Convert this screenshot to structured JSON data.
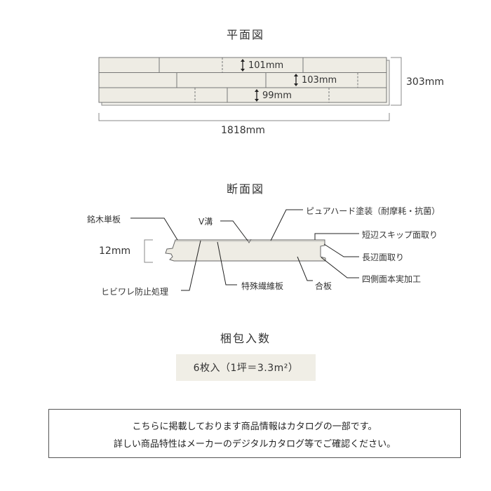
{
  "plan": {
    "title": "平面図",
    "width_101": "101mm",
    "width_103": "103mm",
    "width_99": "99mm",
    "total_width": "303mm",
    "length": "1818mm"
  },
  "section": {
    "title": "断面図",
    "labels": {
      "veneer": "銘木単板",
      "v_groove": "V溝",
      "pure_hard": "ピュアハード塗装（耐摩耗・抗菌）",
      "short_edge": "短辺スキップ面取り",
      "long_edge": "長辺面取り",
      "four_side": "四側面本実加工",
      "plywood": "合板",
      "special_fiber": "特殊繊維板",
      "anti_crack": "ヒビワレ防止処理",
      "thickness": "12mm"
    }
  },
  "packing": {
    "title": "梱包入数",
    "value": "6枚入（1坪＝3.3m²）"
  },
  "note": {
    "line1": "こちらに掲載しております商品情報はカタログの一部です。",
    "line2": "詳しい商品特性はメーカーのデジタルカタログ等でご確認ください。"
  },
  "colors": {
    "board_fill": "#eeece4",
    "board_stroke": "#666666",
    "pack_bg": "#f0eee6"
  }
}
